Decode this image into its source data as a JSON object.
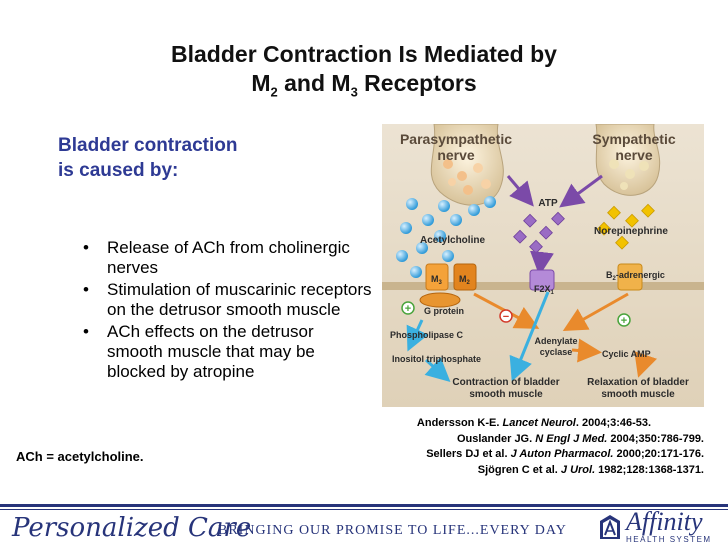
{
  "slide": {
    "title_line1": "Bladder Contraction Is Mediated by",
    "title_line2_prefix": "M",
    "title_line2_sub1": "2",
    "title_line2_mid": " and M",
    "title_line2_sub2": "3",
    "title_line2_suffix": " Receptors",
    "heading_line1": "Bladder contraction",
    "heading_line2": "is caused by:",
    "bullets": [
      "Release of ACh from cholinergic nerves",
      "Stimulation of muscarinic receptors on the detrusor smooth muscle",
      "ACh effects on the detrusor smooth muscle that may be blocked by atropine"
    ],
    "abbreviation": "ACh = acetylcholine.",
    "references": [
      {
        "authors": "Andersson K-E. ",
        "journal": "Lancet Neurol",
        "details": ". 2004;3:46-53."
      },
      {
        "authors": "Ouslander JG. ",
        "journal": "N Engl J Med.",
        "details": " 2004;350:786-799."
      },
      {
        "authors": "Sellers DJ et al. ",
        "journal": "J Auton Pharmacol.",
        "details": " 2000;20:171-176."
      },
      {
        "authors": "Sjögren C et al. ",
        "journal": "J Urol.",
        "details": " 1982;128:1368-1371."
      }
    ]
  },
  "diagram": {
    "para_line1": "Parasympathetic",
    "para_line2": "nerve",
    "symp_line1": "Sympathetic",
    "symp_line2": "nerve",
    "atp": "ATP",
    "acetylcholine": "Acetylcholine",
    "norepinephrine": "Norepinephrine",
    "m3": "M",
    "m3_sub": "3",
    "m2": "M",
    "m2_sub": "2",
    "f2x": "F2X",
    "f2x_sub": "1",
    "b2_prefix": "B",
    "b2_sub": "2",
    "b2_suffix": "-adrenergic",
    "g_protein": "G protein",
    "phospholipase": "Phospholipase C",
    "inositol": "Inositol triphosphate",
    "adenylate_line1": "Adenylate",
    "adenylate_line2": "cyclase",
    "cyclic_amp": "Cyclic AMP",
    "contraction_line1": "Contraction of bladder",
    "contraction_line2": "smooth muscle",
    "relaxation_line1": "Relaxation of bladder",
    "relaxation_line2": "smooth muscle",
    "plus": "+",
    "minus": "−"
  },
  "footer": {
    "brand_script": "Personalized Care",
    "tagline": "BRINGING OUR PROMISE TO LIFE...EVERY DAY",
    "logo_name": "Affinity",
    "logo_sub": "HEALTH SYSTEM"
  },
  "colors": {
    "heading": "#2e3a94",
    "footer_blue": "#27347a",
    "acetylcholine_blue": "#3aa5e0",
    "atp_purple": "#8a5bb5",
    "norepinephrine_yellow": "#f2c200",
    "m3_receptor": "#f4a23a",
    "m2_receptor": "#e2841e",
    "arrow_orange": "#e98a2c",
    "arrow_blue": "#3ab0e0",
    "plus_green": "#4aa43c",
    "minus_red": "#d23a2a"
  }
}
